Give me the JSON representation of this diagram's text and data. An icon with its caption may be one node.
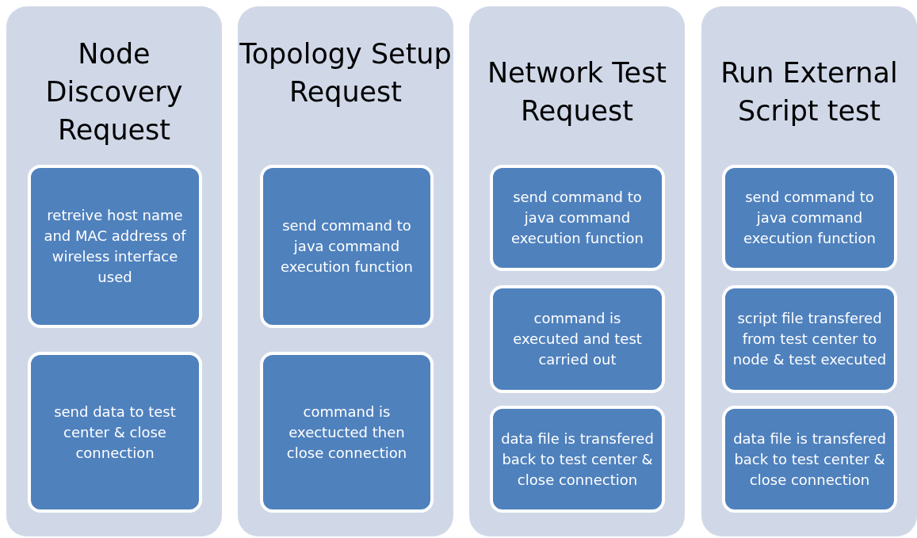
{
  "diagram": {
    "nodes": [
      {
        "text": [
          "Node Discovery Request"
        ]
      },
      {
        "text": [
          "retreive host name and MAC address of wireless interface used"
        ],
        "in": 0
      },
      {
        "text": [
          "send data to test center & close connection"
        ],
        "in": 0
      },
      {
        "text": [
          "Topology Setup Request"
        ]
      },
      {
        "text": [
          "send command to java command execution function"
        ],
        "in": 3
      },
      {
        "text": [
          "command is exectucted then close connection"
        ],
        "in": 3
      },
      {
        "text": [
          "Network Test Request"
        ]
      },
      {
        "text": [
          "send command to java command execution function"
        ],
        "in": 6
      },
      {
        "text": [
          "command is executed and test carried out"
        ],
        "in": 6
      },
      {
        "text": [
          "data file is transfered back to test center & close connection"
        ],
        "in": 6
      },
      {
        "text": [
          "Run External Script test"
        ]
      },
      {
        "text": [
          "send command to java command execution function"
        ],
        "in": 10
      },
      {
        "text": [
          "script file transfered from test center to node & test executed"
        ],
        "in": 10
      },
      {
        "text": [
          "data file is transfered back to test center & close connection"
        ],
        "in": 10
      }
    ]
  }
}
